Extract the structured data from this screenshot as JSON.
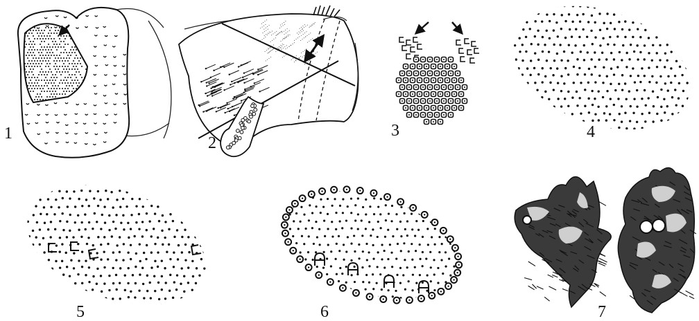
{
  "figure": {
    "panels": [
      {
        "id": 1,
        "label": "1",
        "icon": "sensory-pad-on-lobed-organ"
      },
      {
        "id": 2,
        "label": "2",
        "icon": "hemispherical-organ-with-double-arrow"
      },
      {
        "id": 3,
        "label": "3",
        "icon": "cluster-of-ringed-sensilla-with-arrows"
      },
      {
        "id": 4,
        "label": "4",
        "icon": "oval-dot-field"
      },
      {
        "id": 5,
        "label": "5",
        "icon": "oval-dot-field-with-hooked-sensilla"
      },
      {
        "id": 6,
        "label": "6",
        "icon": "oval-dot-field-with-ringed-border-and-arch-sensilla"
      },
      {
        "id": 7,
        "label": "7",
        "icon": "two-stippled-specimen-fragments"
      }
    ]
  }
}
